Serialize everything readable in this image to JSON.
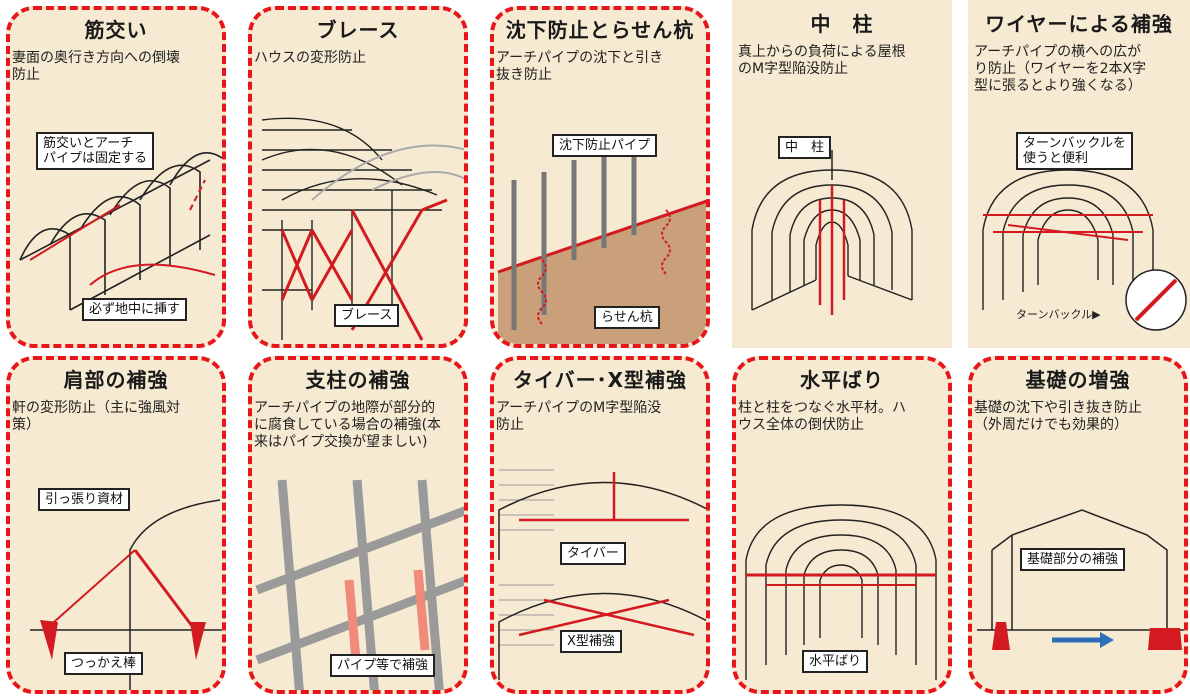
{
  "cards": [
    {
      "title": "筋交い",
      "desc": "妻面の奥行き方向への倒壊\n防止",
      "callouts": [
        "筋交いとアーチ\nパイプは固定する",
        "必ず地中に挿す"
      ]
    },
    {
      "title": "ブレース",
      "desc": "ハウスの変形防止",
      "callouts": [
        "ブレース"
      ]
    },
    {
      "title": "沈下防止とらせん杭",
      "desc": "アーチパイプの沈下と引き\n抜き防止",
      "callouts": [
        "沈下防止パイプ",
        "らせん杭"
      ]
    },
    {
      "title": "中　柱",
      "desc": "真上からの負荷による屋根\nのM字型陥没防止",
      "callouts": [
        "中　柱"
      ]
    },
    {
      "title": "ワイヤーによる補強",
      "desc": "アーチパイプの横への広が\nり防止（ワイヤーを2本X字\n型に張るとより強くなる）",
      "callouts": [
        "ターンバックルを\n使うと便利"
      ],
      "small": "ターンバックル▶"
    },
    {
      "title": "肩部の補強",
      "desc": "軒の変形防止（主に強風対\n策）",
      "callouts": [
        "引っ張り資材",
        "つっかえ棒"
      ]
    },
    {
      "title": "支柱の補強",
      "desc": "アーチパイプの地際が部分的\nに腐食している場合の補強(本\n来はパイプ交換が望ましい)",
      "callouts": [
        "パイプ等で補強"
      ]
    },
    {
      "title": "タイバー･X型補強",
      "desc": "アーチパイプのM字型陥没\n防止",
      "callouts": [
        "タイバー",
        "X型補強"
      ]
    },
    {
      "title": "水平ばり",
      "desc": "柱と柱をつなぐ水平材。ハ\nウス全体の倒伏防止",
      "callouts": [
        "水平ばり"
      ]
    },
    {
      "title": "基礎の増強",
      "desc": "基礎の沈下や引き抜き防止\n（外周だけでも効果的）",
      "callouts": [
        "基礎部分の補強"
      ]
    }
  ]
}
